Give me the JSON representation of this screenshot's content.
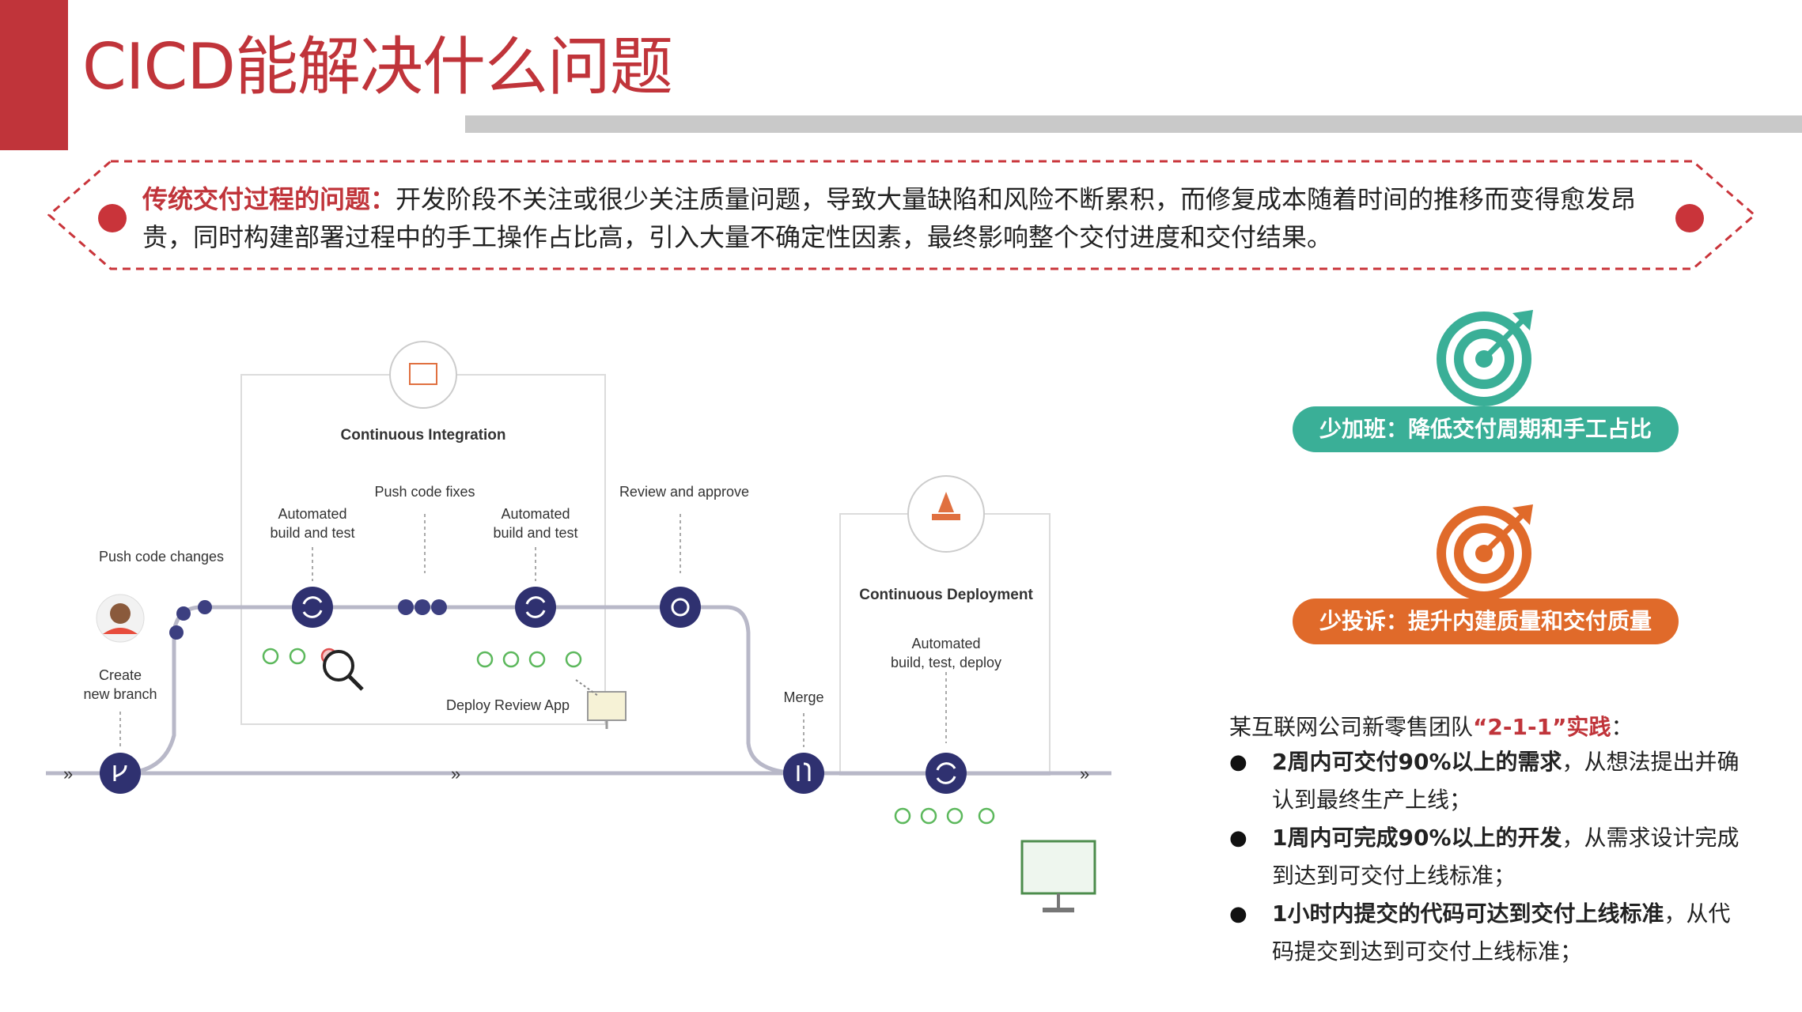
{
  "title": "CICD能解决什么问题",
  "problem": {
    "heading": "传统交付过程的问题：",
    "body": "开发阶段不关注或很少关注质量问题，导致大量缺陷和风险不断累积，而修复成本随着时间的推移而变得愈发昂贵，同时构建部署过程中的手工操作占比高，引入大量不确定性因素，最终影响整个交付进度和交付结果。"
  },
  "diagram": {
    "ci_title": "Continuous Integration",
    "cd_title": "Continuous Deployment",
    "push_code_changes": "Push code changes",
    "create_branch_l1": "Create",
    "create_branch_l2": "new branch",
    "auto_build_1_l1": "Automated",
    "auto_build_1_l2": "build and test",
    "push_code_fixes": "Push code fixes",
    "auto_build_2_l1": "Automated",
    "auto_build_2_l2": "build and test",
    "review_approve": "Review and approve",
    "deploy_review_app": "Deploy Review App",
    "merge": "Merge",
    "auto_deploy_l1": "Automated",
    "auto_deploy_l2": "build, test, deploy"
  },
  "benefits": [
    {
      "label": "少加班：降低交付周期和手工占比",
      "color": "#3aaf97",
      "icon": "target-icon"
    },
    {
      "label": "少投诉：提升内建质量和交付质量",
      "color": "#e06a2a",
      "icon": "target-icon"
    }
  ],
  "practice": {
    "intro_prefix": "某互联网公司新零售团队",
    "intro_quote": "“2-1-1”实践",
    "intro_suffix": "：",
    "items": [
      {
        "bold": "2周内可交付90%以上的需求",
        "rest": "，从想法提出并确认到最终生产上线；"
      },
      {
        "bold": "1周内可完成90%以上的开发",
        "rest": "，从需求设计完成到达到可交付上线标准；"
      },
      {
        "bold": "1小时内提交的代码可达到交付上线标准",
        "rest": "，从代码提交到达到可交付上线标准；"
      }
    ]
  }
}
